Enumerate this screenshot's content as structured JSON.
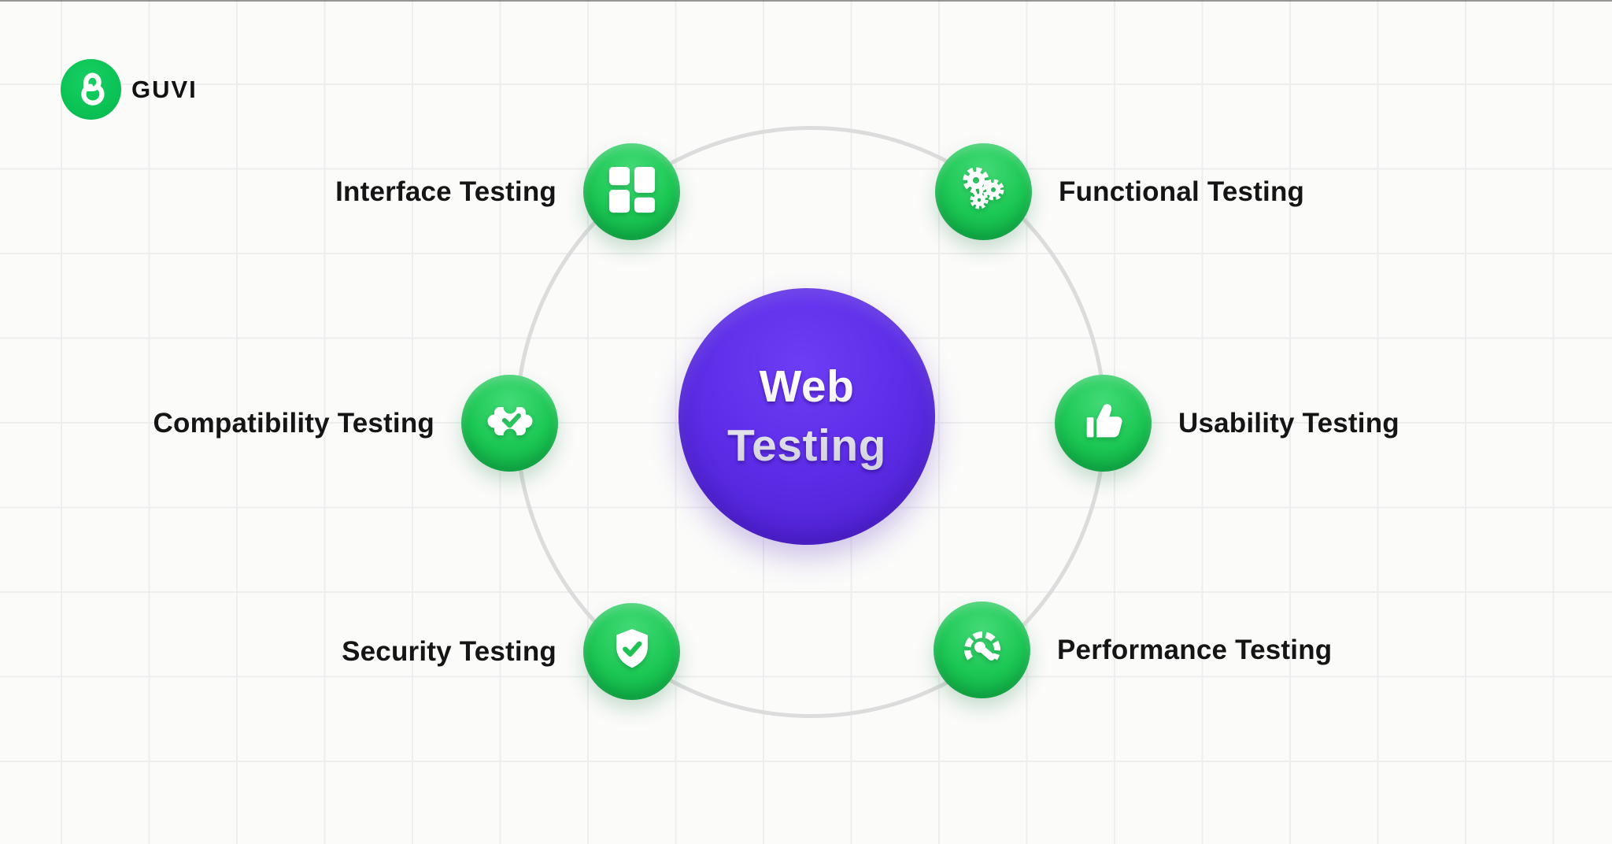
{
  "logo": {
    "text": "GUVI",
    "icon": "guvi-g-icon"
  },
  "center": {
    "line1": "Web",
    "line2": "Testing"
  },
  "nodes": [
    {
      "id": "interface",
      "label": "Interface Testing",
      "icon": "layout-grid-icon",
      "side": "left"
    },
    {
      "id": "functional",
      "label": "Functional Testing",
      "icon": "gears-icon",
      "side": "right"
    },
    {
      "id": "compatibility",
      "label": "Compatibility Testing",
      "icon": "puzzle-check-icon",
      "side": "left"
    },
    {
      "id": "usability",
      "label": "Usability Testing",
      "icon": "thumbs-up-icon",
      "side": "right"
    },
    {
      "id": "security",
      "label": "Security Testing",
      "icon": "shield-check-icon",
      "side": "left"
    },
    {
      "id": "performance",
      "label": "Performance Testing",
      "icon": "speedometer-icon",
      "side": "right"
    }
  ],
  "colors": {
    "background": "#fbfbfa",
    "grid_line": "#eeeeee",
    "brand_green": "#0bc255",
    "node_green": "#1cc854",
    "center_purple": "#5c2ce7",
    "orbit_ring": "#dcdcdc",
    "label_text": "#151515"
  }
}
